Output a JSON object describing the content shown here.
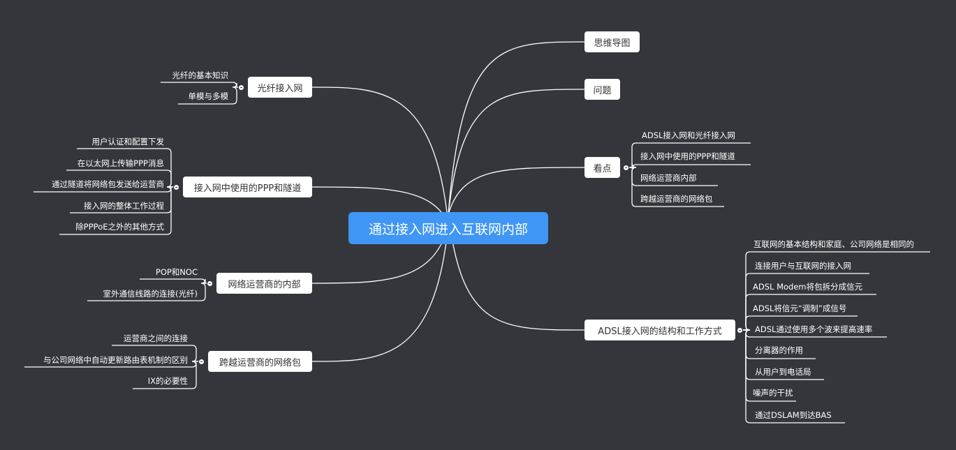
{
  "center": "通过接入网进入互联网内部",
  "left": [
    {
      "label": "光纤接入网",
      "children": [
        "光纤的基本知识",
        "单模与多模"
      ]
    },
    {
      "label": "接入网中使用的PPP和隧道",
      "children": [
        "用户认证和配置下发",
        "在以太网上传输PPP消息",
        "通过隧道将网络包发送给运营商",
        "接入网的整体工作过程",
        "除PPPoE之外的其他方式"
      ]
    },
    {
      "label": "网络运营商的内部",
      "children": [
        "POP和NOC",
        "室外通信线路的连接(光纤)"
      ]
    },
    {
      "label": "跨越运营商的网络包",
      "children": [
        "运营商之间的连接",
        "与公司网络中自动更新路由表机制的区别",
        "IX的必要性"
      ]
    }
  ],
  "right": [
    {
      "label": "思维导图",
      "children": []
    },
    {
      "label": "问题",
      "children": []
    },
    {
      "label": "看点",
      "children": [
        "ADSL接入网和光纤接入网",
        "接入网中使用的PPP和隧道",
        "网络运营商内部",
        "跨越运营商的网络包"
      ]
    },
    {
      "label": "ADSL接入网的结构和工作方式",
      "children": [
        "互联网的基本结构和家庭、公司网络是相同的",
        "连接用户与互联网的接入网",
        "ADSL Modem将包拆分成信元",
        "ADSL将信元“调制”成信号",
        "ADSL通过使用多个波来提高速率",
        "分离器的作用",
        "从用户到电话局",
        "噪声的干扰",
        "通过DSLAM到达BAS"
      ]
    }
  ]
}
